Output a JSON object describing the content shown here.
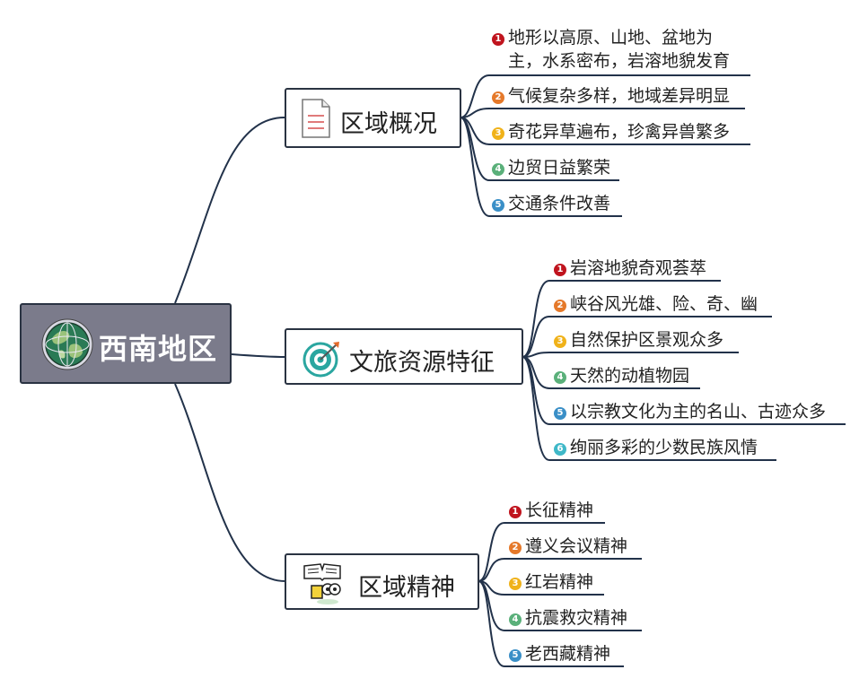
{
  "root": {
    "title": "西南地区",
    "icon": "globe-icon"
  },
  "topics": [
    {
      "title": "区域概况",
      "icon": "document-icon",
      "items": [
        {
          "num": "1",
          "lines": [
            "地形以高原、山地、盆地为",
            "主，水系密布，岩溶地貌发育"
          ]
        },
        {
          "num": "2",
          "lines": [
            "气候复杂多样，地域差异明显"
          ]
        },
        {
          "num": "3",
          "lines": [
            "奇花异草遍布，珍禽异兽繁多"
          ]
        },
        {
          "num": "4",
          "lines": [
            "边贸日益繁荣"
          ]
        },
        {
          "num": "5",
          "lines": [
            "交通条件改善"
          ]
        }
      ]
    },
    {
      "title": "文旅资源特征",
      "icon": "target-icon",
      "items": [
        {
          "num": "1",
          "lines": [
            "岩溶地貌奇观荟萃"
          ]
        },
        {
          "num": "2",
          "lines": [
            "峡谷风光雄、险、奇、幽"
          ]
        },
        {
          "num": "3",
          "lines": [
            "自然保护区景观众多"
          ]
        },
        {
          "num": "4",
          "lines": [
            "天然的动植物园"
          ]
        },
        {
          "num": "5",
          "lines": [
            "以宗教文化为主的名山、古迹众多"
          ]
        },
        {
          "num": "6",
          "lines": [
            "绚丽多彩的少数民族风情"
          ]
        }
      ]
    },
    {
      "title": "区域精神",
      "icon": "reader-icon",
      "items": [
        {
          "num": "1",
          "lines": [
            "长征精神"
          ]
        },
        {
          "num": "2",
          "lines": [
            "遵义会议精神"
          ]
        },
        {
          "num": "3",
          "lines": [
            "红岩精神"
          ]
        },
        {
          "num": "4",
          "lines": [
            "抗震救灾精神"
          ]
        },
        {
          "num": "5",
          "lines": [
            "老西藏精神"
          ]
        }
      ]
    }
  ],
  "colors": {
    "line": "#22324a",
    "root_fill": "#7b7b8b",
    "num1": "#c0141e",
    "num2": "#e5792a",
    "num3": "#f0b21a",
    "num4": "#5ab07a",
    "num5": "#3a8fc7",
    "num6": "#3fb8c8"
  }
}
